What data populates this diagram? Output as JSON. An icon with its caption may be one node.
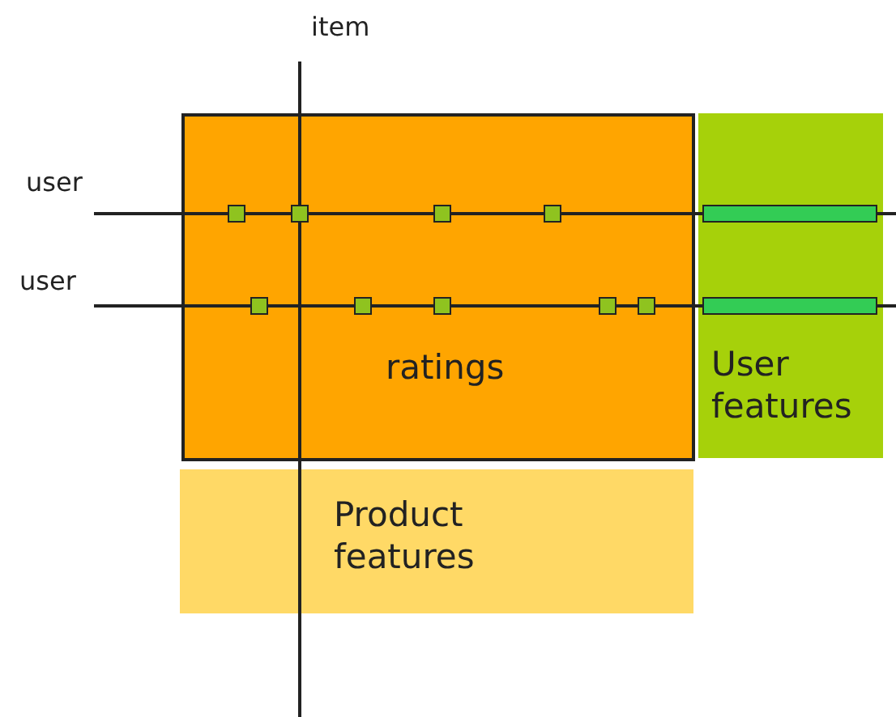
{
  "diagram": {
    "nodes": [
      {
        "text": [
          "ratings"
        ]
      },
      {
        "text": [
          "User features"
        ]
      },
      {
        "text": [
          "Product features"
        ]
      }
    ],
    "labels": [
      "item",
      "user",
      "user"
    ]
  }
}
